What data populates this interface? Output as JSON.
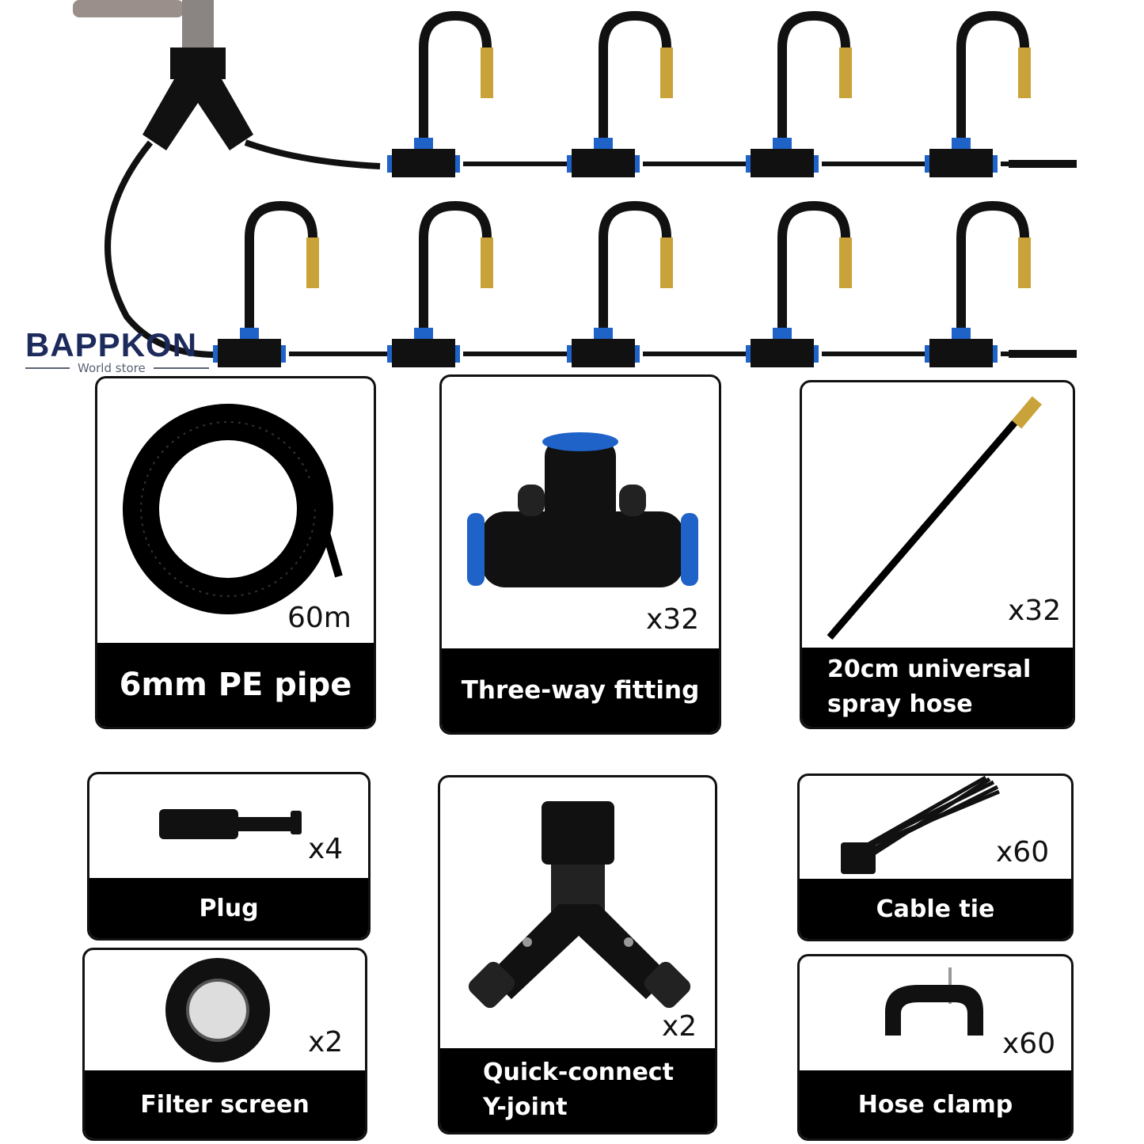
{
  "brand": {
    "name": "BAPPKON",
    "tagline": "World store"
  },
  "colors": {
    "accent_blue": "#1f63c9",
    "brass": "#c9a23a",
    "band": "#000000"
  },
  "items": [
    {
      "id": "pe-pipe",
      "label": "6mm PE pipe",
      "quantity": "60m",
      "icon": "hose-coil-icon"
    },
    {
      "id": "three-way",
      "label": "Three-way fitting",
      "quantity": "x32",
      "icon": "tee-fitting-icon"
    },
    {
      "id": "spray-hose",
      "label": "20cm universal spray hose",
      "label_lines": [
        "20cm universal",
        "spray hose"
      ],
      "quantity": "x32",
      "icon": "spray-hose-icon"
    },
    {
      "id": "plug",
      "label": "Plug",
      "quantity": "x4",
      "icon": "plug-icon"
    },
    {
      "id": "y-joint",
      "label": "Quick-connect Y-joint",
      "label_lines": [
        "Quick-connect",
        "Y-joint"
      ],
      "quantity": "x2",
      "icon": "y-joint-icon"
    },
    {
      "id": "cable-tie",
      "label": "Cable tie",
      "quantity": "x60",
      "icon": "cable-tie-icon"
    },
    {
      "id": "filter",
      "label": "Filter screen",
      "quantity": "x2",
      "icon": "filter-screen-icon"
    },
    {
      "id": "hose-clamp",
      "label": "Hose clamp",
      "quantity": "x60",
      "icon": "hose-clamp-icon"
    }
  ]
}
